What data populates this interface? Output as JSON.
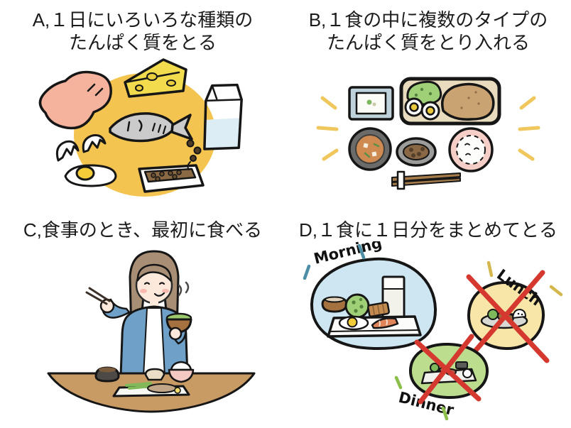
{
  "quadrant_a": {
    "heading_line1": "A,１日にいろいろな種類の",
    "heading_line2": "たんぱく質をとる"
  },
  "quadrant_b": {
    "heading_line1": "B,１食の中に複数のタイプの",
    "heading_line2": "たんぱく質をとり入れる"
  },
  "quadrant_c": {
    "heading": "C,食事のとき、最初に食べる"
  },
  "quadrant_d": {
    "heading": "D,１食に１日分をまとめてとる",
    "labels": {
      "morning": "Morning",
      "lunch": "Lunch",
      "dinner": "Dinner"
    }
  },
  "colors": {
    "background": "#ffffff",
    "text": "#1b1b1b",
    "accent_circle_yellow": "#F3C44F",
    "sparkle_yellow": "#F0C75C",
    "cross_red": "#D4382E",
    "morning_blob": "#CDE6F2",
    "lunch_blob": "#F8E5A8",
    "dinner_blob": "#BCDC8E",
    "morning_tick": "#4E8FA6",
    "lunch_tick": "#D4B84E",
    "dinner_tick": "#8CBF4A"
  }
}
